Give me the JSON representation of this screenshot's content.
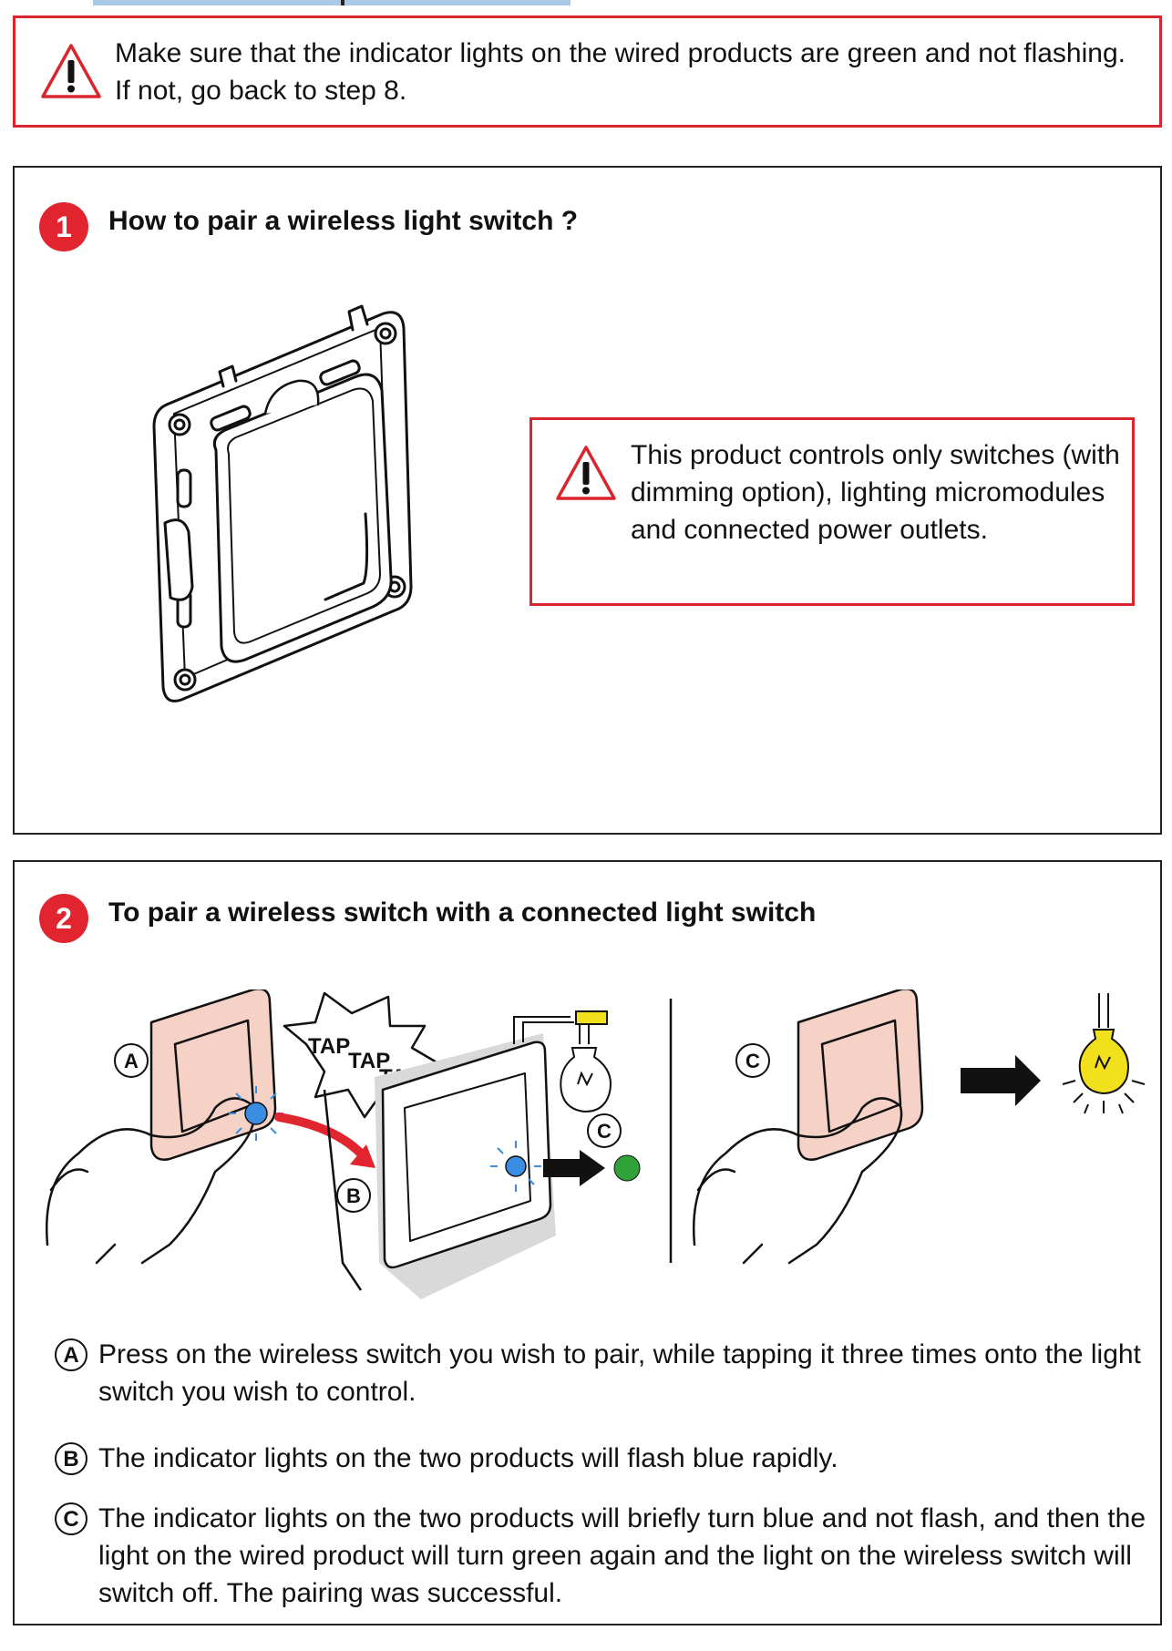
{
  "top_warning": {
    "text": "Make sure that the indicator lights on the wired products are green and not flashing. If not, go back to step 8."
  },
  "step1": {
    "number": "1",
    "title": "How to pair a wireless light switch ?",
    "warning": "This product controls only switches (with dimming option), lighting micromodules and connected power outlets."
  },
  "step2": {
    "number": "2",
    "title": "To pair a wireless switch with a connected light switch",
    "figure": {
      "callout_a": "A",
      "callout_b": "B",
      "callout_c1": "C",
      "callout_c2": "C",
      "tap1": "TAP",
      "tap2": "TAP",
      "tap3": "TAP"
    },
    "instructions": [
      {
        "mark": "A",
        "text": "Press on the wireless switch you wish to pair, while tapping it three times onto the light switch you wish to control."
      },
      {
        "mark": "B",
        "text": "The indicator lights on the two products will flash blue rapidly."
      },
      {
        "mark": "C",
        "text": "The indicator lights on the two products will briefly turn blue and not flash, and then the light on the wired product will turn green again and the light on the wireless switch will switch off. The pairing was successful."
      }
    ]
  },
  "colors": {
    "warning_red": "#d9262e",
    "badge_red": "#e1252f",
    "indicator_blue": "#3a8de0",
    "indicator_green": "#2fa33a",
    "bulb_yellow": "#f2e01c",
    "switch_pink": "#f6d2c6"
  },
  "icons": [
    "warning-triangle-icon",
    "arrow-right-icon",
    "light-bulb-icon"
  ]
}
